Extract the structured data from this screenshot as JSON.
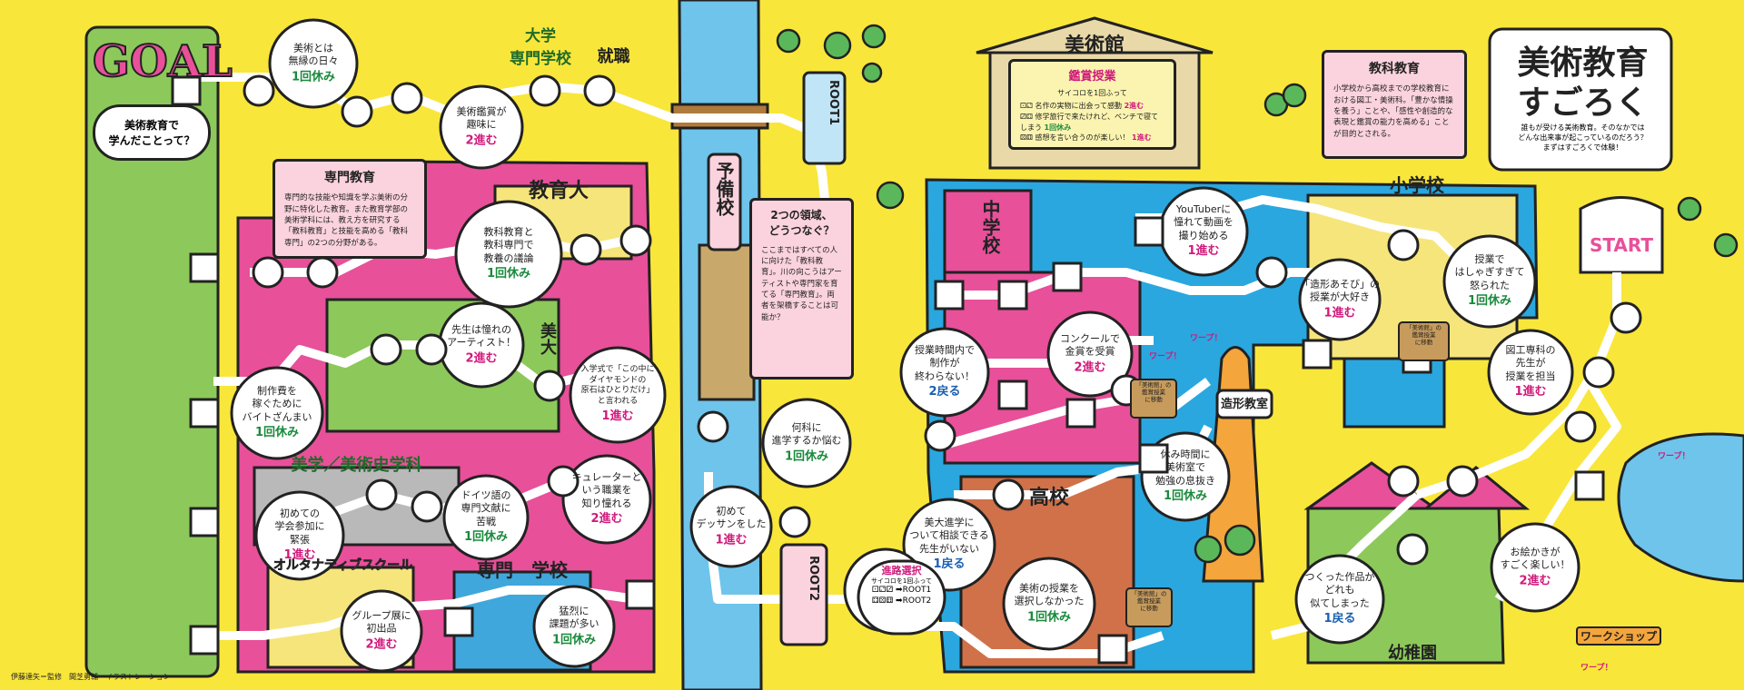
{
  "board": {
    "goal_label": "GOAL",
    "start_label": "START",
    "title_line1": "美術教育",
    "title_line2": "すごろく",
    "title_note": "誰もが受ける美術教育。そのなかでは\nどんな出来事が起こっているのだろう？\nまずはすごろくで体験！"
  },
  "goal_bubble": "美術教育で\n学んだことって？",
  "notes": {
    "senmon": {
      "title": "専門教育",
      "body": "専門的な技能や知識を学ぶ美術の分野に特化した教育。また教育学部の美術学科には、教え方を研究する「教科教育」と技能を高める「教科専門」の2つの分野がある。"
    },
    "kyouka": {
      "title": "教科教育",
      "body": "小学校から高校までの学校教育における図工・美術科。「豊かな情操を養う」ことや、「感性や創造的な表現と鑑賞の能力を高める」ことが目的とされる。"
    },
    "futatsu": {
      "title": "2つの領域、\nどうつなぐ？",
      "body": "ここまではすべての人に向けた「教科教育」。川の向こうはアーティストや専門家を育てる「専門教育」。両者を架橋することは可能か？"
    },
    "kansho": {
      "title": "鑑賞授業",
      "sub": "サイコロを1回ふって",
      "lines": [
        {
          "dice": "⚀⚁",
          "text": "名作の実物に出会って感動",
          "effect": "2進む"
        },
        {
          "dice": "⚂⚃",
          "text": "修学旅行で来たけれど、ベンチで寝てしまう",
          "effect": "1回休み"
        },
        {
          "dice": "⚄⚅",
          "text": "感想を言い合うのが楽しい！",
          "effect": "1進む"
        }
      ]
    }
  },
  "spaces": [
    {
      "label": "美術とは\n無縁の日々",
      "effect": "1回休み",
      "kind": "rest"
    },
    {
      "label": "美術鑑賞が\n趣味に",
      "effect": "2進む",
      "kind": "adv"
    },
    {
      "label": "教科教育と\n教科専門で\n教養の議論",
      "effect": "1回休み",
      "kind": "rest"
    },
    {
      "label": "先生は憧れの\nアーティスト！",
      "effect": "2進む",
      "kind": "adv"
    },
    {
      "label": "制作費を\n稼ぐために\nバイトざんまい",
      "effect": "1回休み",
      "kind": "rest"
    },
    {
      "label": "入学式で「この中に\nダイヤモンドの\n原石はひとりだけ」\nと言われる",
      "effect": "1進む",
      "kind": "adv"
    },
    {
      "label": "初めての\n学会参加に\n緊張",
      "effect": "1進む",
      "kind": "adv"
    },
    {
      "label": "ドイツ語の\n専門文献に\n苦戦",
      "effect": "1回休み",
      "kind": "rest"
    },
    {
      "label": "キュレーターと\nいう職業を\n知り憧れる",
      "effect": "2進む",
      "kind": "adv"
    },
    {
      "label": "グループ展に\n初出品",
      "effect": "2進む",
      "kind": "adv"
    },
    {
      "label": "猛烈に\n課題が多い",
      "effect": "1回休み",
      "kind": "rest"
    },
    {
      "label": "何科に\n進学するか悩む",
      "effect": "1回休み",
      "kind": "rest"
    },
    {
      "label": "初めて\nデッサンをした",
      "effect": "1進む",
      "kind": "adv"
    },
    {
      "label": "YouTuberに\n憧れて動画を\n撮り始める",
      "effect": "1進む",
      "kind": "adv"
    },
    {
      "label": "授業時間内で\n制作が\n終わらない！",
      "effect": "2戻る",
      "kind": "back"
    },
    {
      "label": "コンクールで\n金賞を受賞",
      "effect": "2進む",
      "kind": "adv"
    },
    {
      "label": "休み時間に\n美術室で\n勉強の息抜き",
      "effect": "1回休み",
      "kind": "rest"
    },
    {
      "label": "美大進学に\nついて相談できる\n先生がいない",
      "effect": "1戻る",
      "kind": "back"
    },
    {
      "label": "美術の授業を\n選択しなかった",
      "effect": "1回休み",
      "kind": "rest"
    },
    {
      "label": "「造形あそび」の\n授業が大好き",
      "effect": "1進む",
      "kind": "adv"
    },
    {
      "label": "授業で\nはしゃぎすぎて\n怒られた",
      "effect": "1回休み",
      "kind": "rest"
    },
    {
      "label": "図工専科の\n先生が\n授業を担当",
      "effect": "1進む",
      "kind": "adv"
    },
    {
      "label": "つくった作品が\nどれも\n似てしまった",
      "effect": "1戻る",
      "kind": "back"
    },
    {
      "label": "お絵かきが\nすごく楽しい！",
      "effect": "2進む",
      "kind": "adv"
    }
  ],
  "route_choice": {
    "title": "進路選択",
    "sub": "サイコロを1回ふって",
    "opt1": "⚀⚁⚂ ➡ROOT1",
    "opt2": "⚃⚄⚅ ➡ROOT2"
  },
  "buildings": {
    "daigaku": "大学\n専門学校",
    "shushoku": "就職",
    "kyouikudai": "教育大",
    "bidai": "美大",
    "bigaku": "美学／美術史学科",
    "alternative": "オルタナティブスクール",
    "senmongakko": "専門　学校",
    "yobiko": "予備校",
    "bijutsukan": "美術館",
    "chugakko": "中学校",
    "koukou": "高校",
    "shogakko": "小学校",
    "zoukei": "造形教室",
    "youchien": "幼稚園",
    "workshop": "ワークショップ"
  },
  "routes": {
    "root1": "ROOT1",
    "root2": "ROOT2"
  },
  "warps": [
    "ワープ！",
    "ワープ！",
    "ワープ！",
    "ワープ！"
  ],
  "small_signs": [
    {
      "text": "「美術館」の\n鑑賞授業\nに移動"
    },
    {
      "text": "「美術館」の\n鑑賞授業\nに移動"
    },
    {
      "text": "「美術館」の\n鑑賞授業\nに移動"
    }
  ],
  "credits": "伊藤達矢＝監修　間芝勇輔＝イラストレーション",
  "colors": {
    "background": "#f9e63a",
    "pink": "#e8509a",
    "blue": "#2aa7df",
    "green": "#8cc95a",
    "river": "#6ec4ea"
  }
}
